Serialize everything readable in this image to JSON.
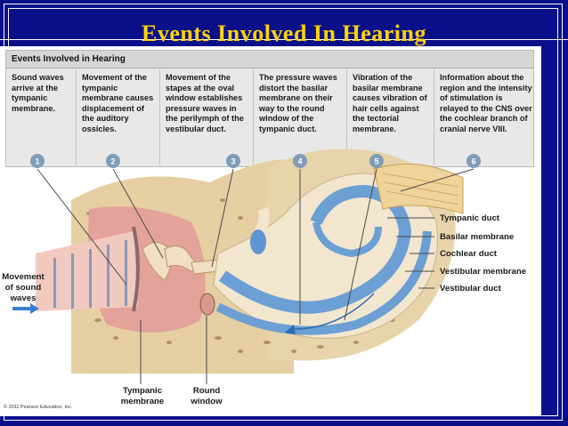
{
  "slide": {
    "title": "Events Involved In Hearing",
    "table_title": "Events Involved in Hearing",
    "steps": [
      {
        "number": "1",
        "text": "Sound waves arrive at the tympanic membrane."
      },
      {
        "number": "2",
        "text": "Movement of the tympanic membrane causes displacement of the auditory ossicles."
      },
      {
        "number": "3",
        "text": "Movement of the stapes at the oval window establishes pressure waves in the perilymph of the vestibular duct."
      },
      {
        "number": "4",
        "text": "The pressure waves distort the basilar membrane on their way to the round window of the tympanic duct."
      },
      {
        "number": "5",
        "text": "Vibration of the basilar membrane causes vibration of hair cells against the tectorial membrane."
      },
      {
        "number": "6",
        "text": "Information about the region and the intensity of stimulation is relayed to the CNS over the cochlear branch of cranial nerve VIII."
      }
    ],
    "labels": {
      "tympanic_duct": "Tympanic duct",
      "basilar_membrane": "Basilar membrane",
      "cochlear_duct": "Cochlear duct",
      "vestibular_membrane": "Vestibular membrane",
      "vestibular_duct": "Vestibular duct",
      "movement_line1": "Movement",
      "movement_line2": "of sound",
      "movement_line3": "waves",
      "tympanic_membrane_line1": "Tympanic",
      "tympanic_membrane_line2": "membrane",
      "round_window_line1": "Round",
      "round_window_line2": "window"
    },
    "copyright": "© 2011 Pearson Education, Inc."
  },
  "colors": {
    "background": "#0a0f8a",
    "title": "#ffd400",
    "step_badge": "#7f9db8",
    "duct_blue": "#6c9fd4",
    "cochlea_cream": "#f3e6cf",
    "bone_tan": "#e6cfa2",
    "tissue_pink": "#e3a39b",
    "arrow_blue": "#3b7fd0"
  }
}
